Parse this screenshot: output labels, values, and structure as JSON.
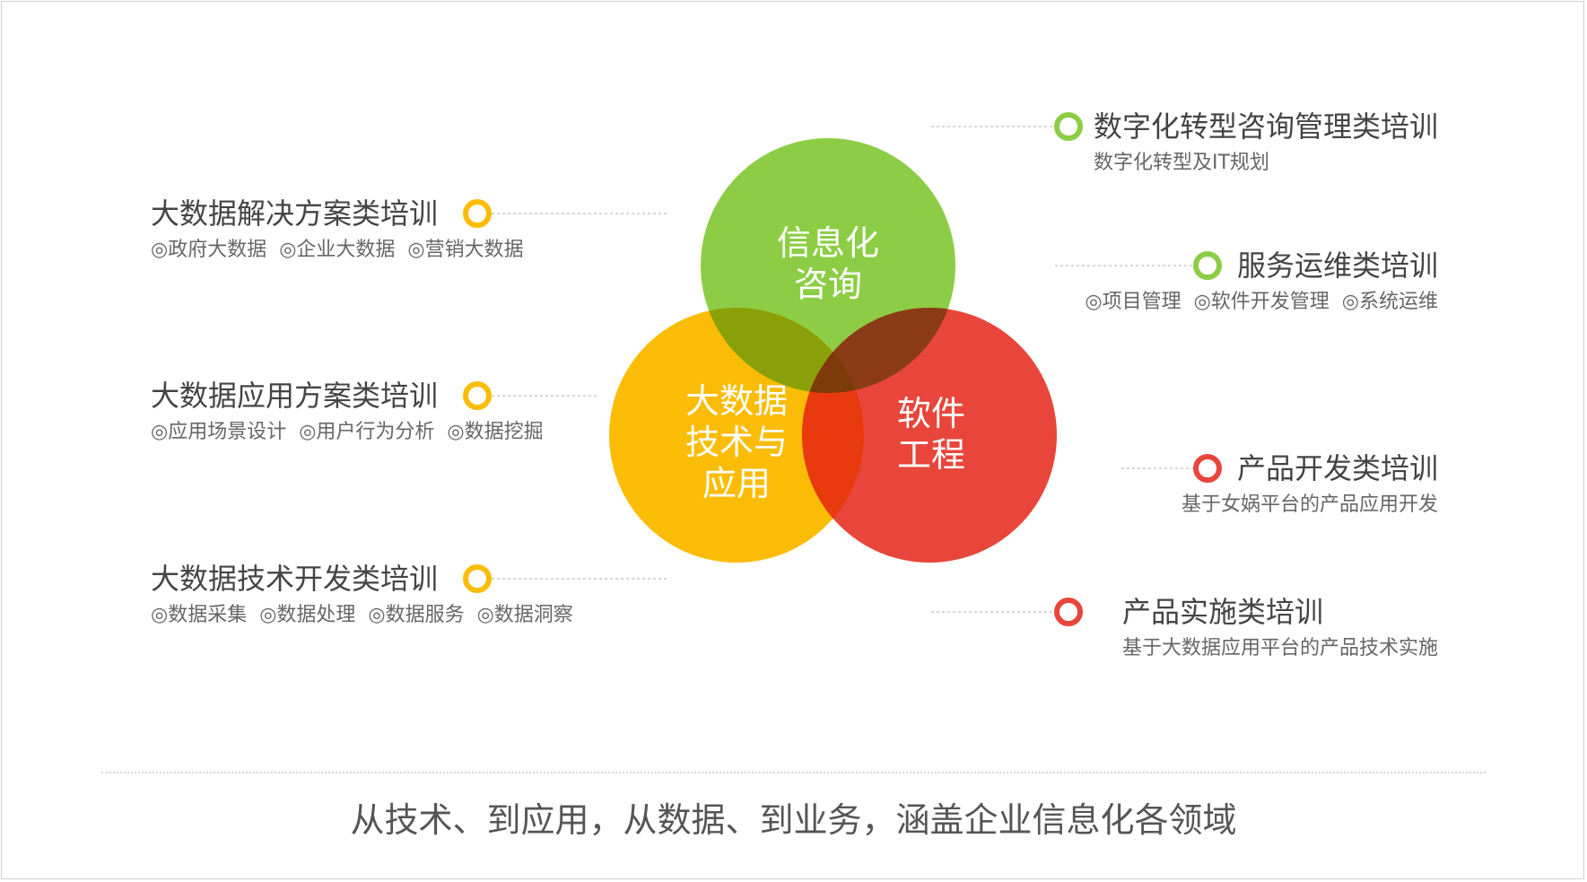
{
  "colors": {
    "green": "#8ccd45",
    "yellow": "#fbbc05",
    "red": "#e8463a",
    "text": "#444444",
    "sub_text": "#666666",
    "dotted_line": "#cccccc"
  },
  "circles": {
    "top": {
      "label_line1": "信息化",
      "label_line2": "咨询"
    },
    "left": {
      "label_line1": "大数据",
      "label_line2": "技术与",
      "label_line3": "应用"
    },
    "right": {
      "label_line1": "软件",
      "label_line2": "工程"
    }
  },
  "left_items": [
    {
      "title": "大数据解决方案类培训",
      "subs": [
        "◎政府大数据",
        "◎企业大数据",
        "◎营销大数据"
      ]
    },
    {
      "title": "大数据应用方案类培训",
      "subs": [
        "◎应用场景设计",
        "◎用户行为分析",
        "◎数据挖掘"
      ]
    },
    {
      "title": "大数据技术开发类培训",
      "subs": [
        "◎数据采集",
        "◎数据处理",
        "◎数据服务",
        "◎数据洞察"
      ]
    }
  ],
  "right_items": [
    {
      "title": "数字化转型咨询管理类培训",
      "subs": [
        "数字化转型及IT规划"
      ]
    },
    {
      "title": "服务运维类培训",
      "subs": [
        "◎项目管理",
        "◎软件开发管理",
        "◎系统运维"
      ]
    },
    {
      "title": "产品开发类培训",
      "subs": [
        "基于女娲平台的产品应用开发"
      ]
    },
    {
      "title": "产品实施类培训",
      "subs": [
        "基于大数据应用平台的产品技术实施"
      ]
    }
  ],
  "footer": {
    "tagline": "从技术、到应用，从数据、到业务，涵盖企业信息化各领域"
  }
}
